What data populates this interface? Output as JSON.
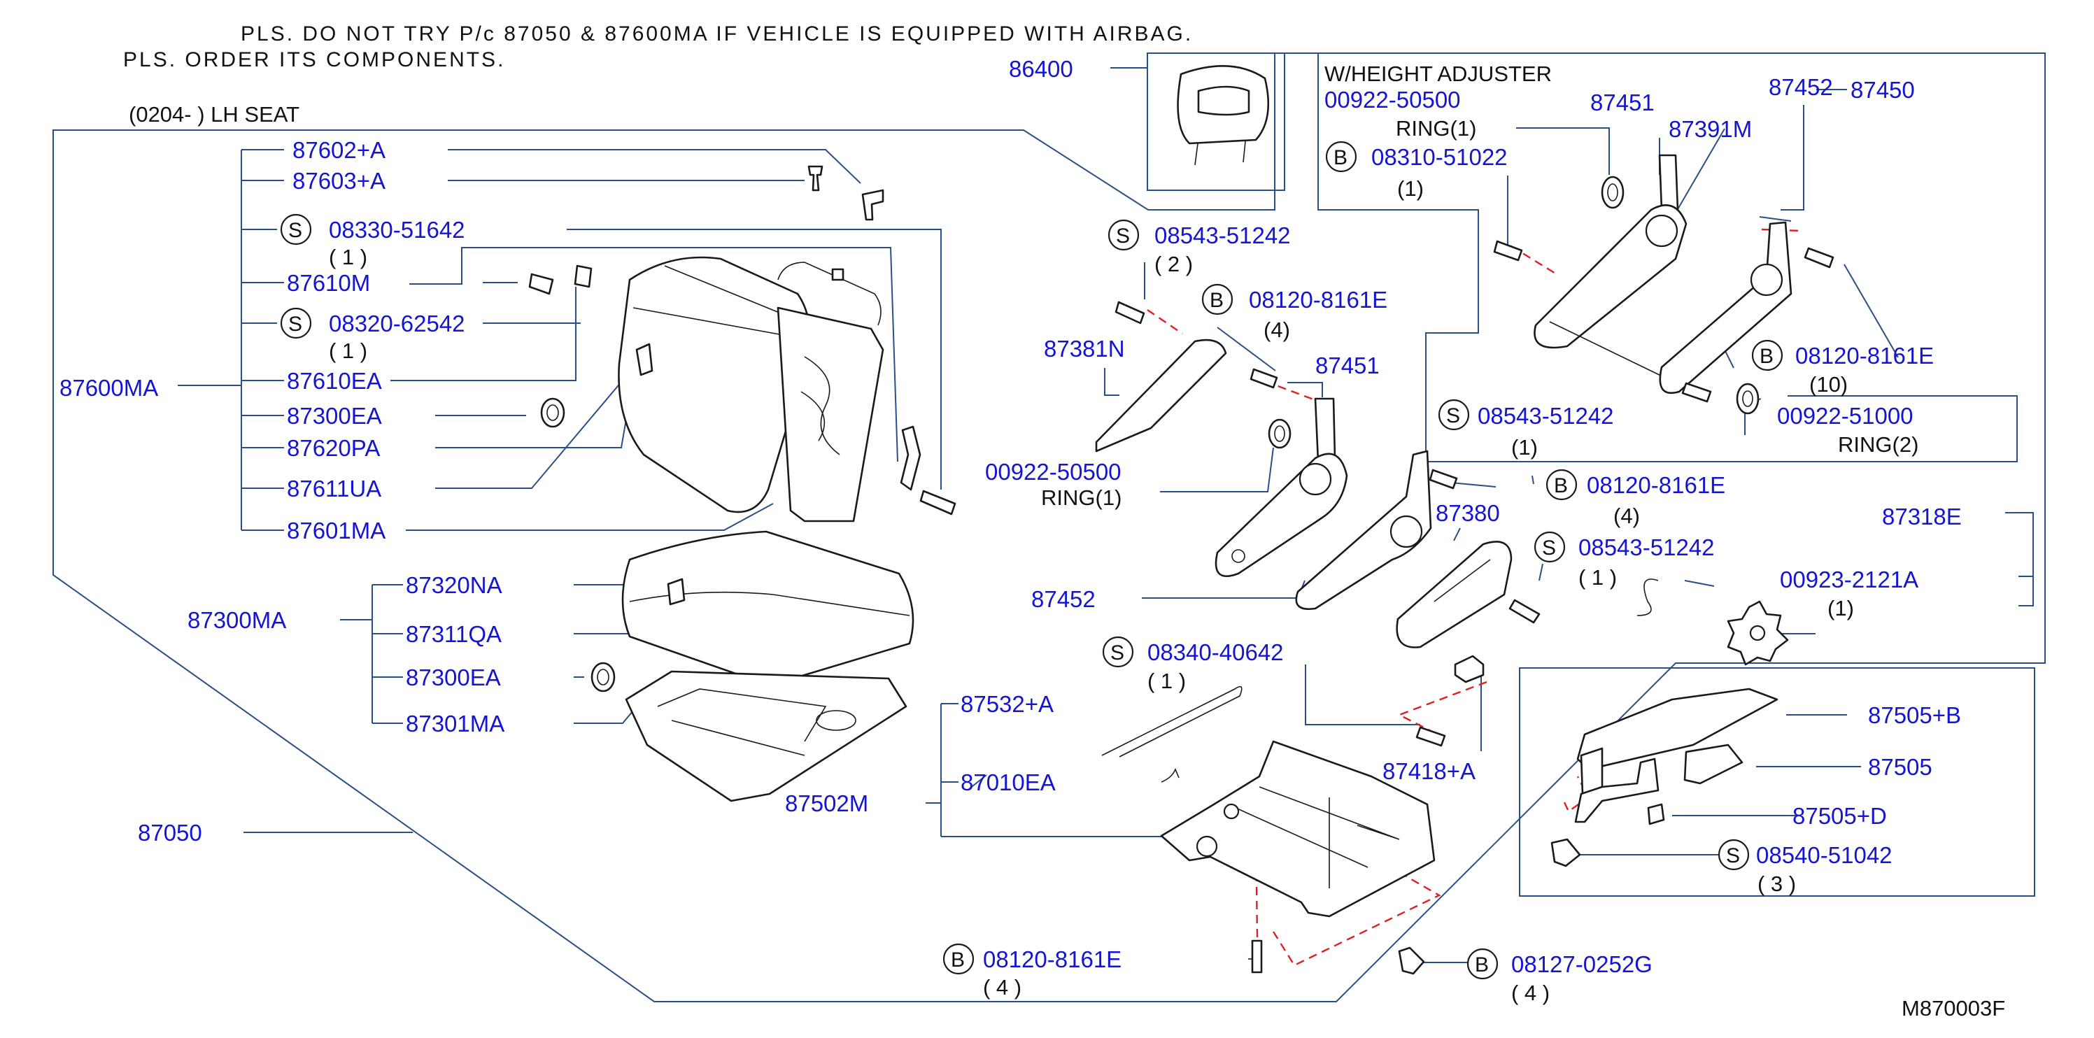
{
  "notes": {
    "line1": "PLS. DO NOT TRY P/c 87050 & 87600MA IF VEHICLE IS EQUIPPED WITH AIRBAG.",
    "line2": "PLS. ORDER ITS COMPONENTS.",
    "seat_title": "(0204-     )  LH  SEAT",
    "height_adjuster": "W/HEIGHT  ADJUSTER",
    "drawing_id": "M870003F"
  },
  "callouts": {
    "p86400": "86400",
    "p87602A": "87602+A",
    "p87603A": "87603+A",
    "p08330": "08330-51642",
    "q08330": "( 1 )",
    "p87610M": "87610M",
    "p08320": "08320-62542",
    "q08320": "( 1 )",
    "p87600MA": "87600MA",
    "p87610EA": "87610EA",
    "p87300EA_1": "87300EA",
    "p87620PA": "87620PA",
    "p87611UA": "87611UA",
    "p87601MA": "87601MA",
    "p87300MA": "87300MA",
    "p87320NA": "87320NA",
    "p87311QA": "87311QA",
    "p87300EA_2": "87300EA",
    "p87301MA": "87301MA",
    "p87050": "87050",
    "p08543_a": "08543-51242",
    "q08543_a": "( 2 )",
    "p08120_a": "08120-8161E",
    "q08120_a": "(4)",
    "p87381N": "87381N",
    "p87451_a": "87451",
    "p00922_a": "00922-50500",
    "r00922_a": "RING(1)",
    "p87452_a": "87452",
    "p08340": "08340-40642",
    "q08340": "( 1 )",
    "p87532A": "87532+A",
    "p87010EA": "87010EA",
    "p87502M": "87502M",
    "p08120_d": "08120-8161E",
    "q08120_d": "( 4 )",
    "p00922_b": "00922-50500",
    "r00922_b": "RING(1)",
    "p08310": "08310-51022",
    "q08310": "(1)",
    "p87451_b": "87451",
    "p87391M": "87391M",
    "p87452_b": "87452",
    "p87450": "87450",
    "p08120_b": "08120-8161E",
    "q08120_b": "(10)",
    "p08543_b": "08543-51242",
    "q08543_b": "(1)",
    "p00922_c": "00922-51000",
    "r00922_c": "RING(2)",
    "p08120_c": "08120-8161E",
    "q08120_c": "(4)",
    "p87380": "87380",
    "p08543_c": "08543-51242",
    "q08543_c": "( 1 )",
    "p87318E": "87318E",
    "p00923": "00923-2121A",
    "q00923": "(1)",
    "p87418A": "87418+A",
    "p87505B": "87505+B",
    "p87505": "87505",
    "p87505D": "87505+D",
    "p08540": "08540-51042",
    "q08540": "( 3 )",
    "p08127": "08127-0252G",
    "q08127": "( 4 )"
  },
  "badges": {
    "s": "S",
    "b": "B"
  }
}
